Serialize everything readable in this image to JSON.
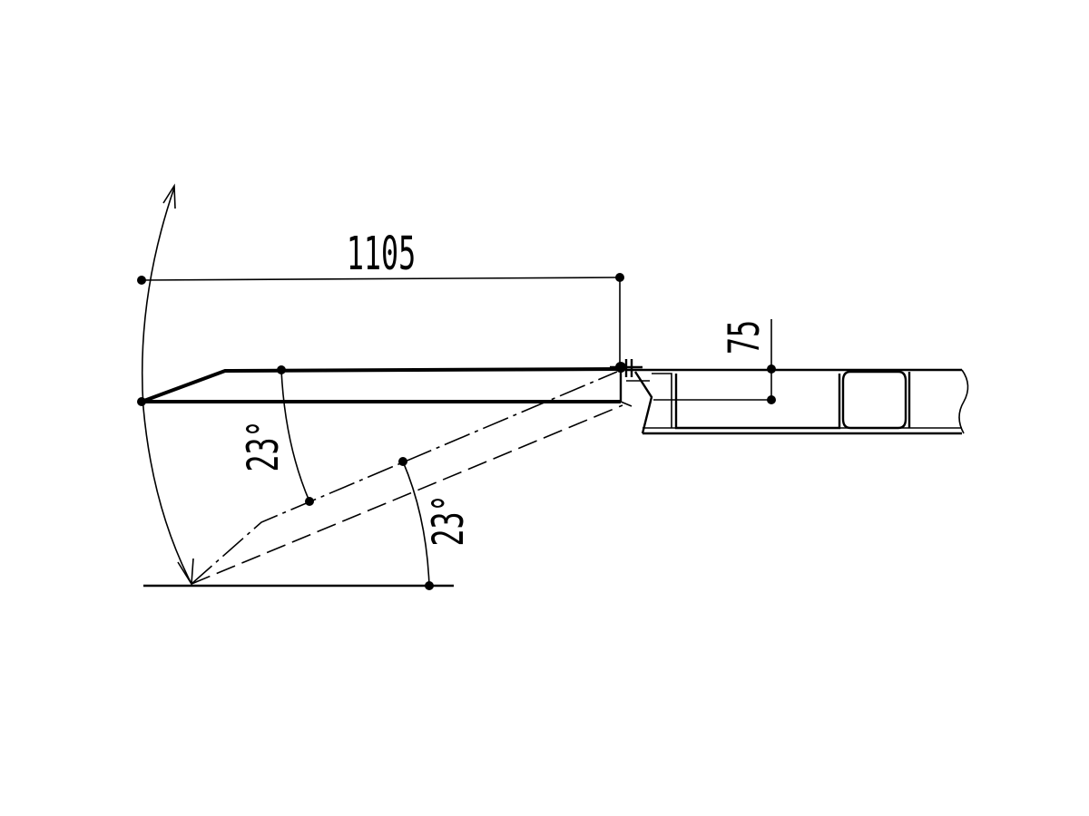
{
  "drawing": {
    "dimensions": {
      "length": "1105",
      "height": "75",
      "angle_upper": "23°",
      "angle_lower": "23°"
    },
    "colors": {
      "ink": "#000000",
      "paper": "#ffffff"
    }
  }
}
